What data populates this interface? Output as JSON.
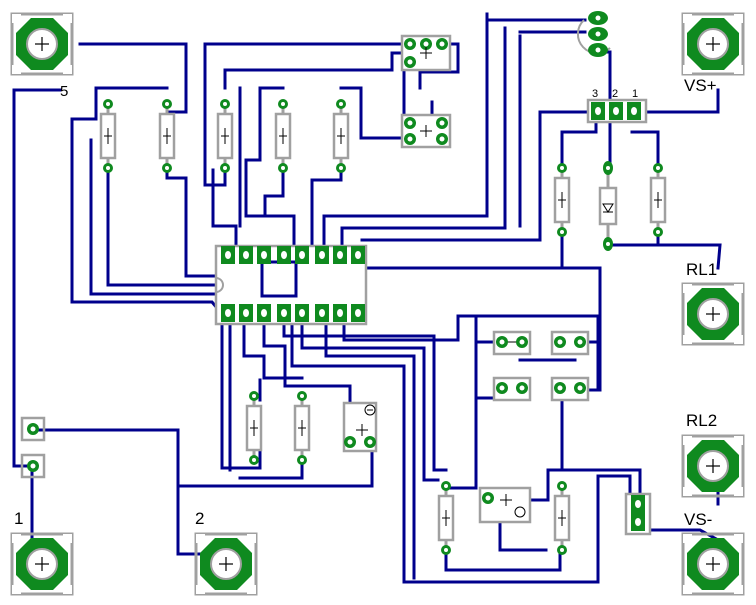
{
  "board": {
    "background": "#ffffff",
    "trace_color": "#00008c",
    "pad_color": "#0f8a1f",
    "silk_color": "#a0a0a0",
    "terminal_icon": "plus-circle-icon"
  },
  "labels": {
    "terminal_5": "5",
    "vs_plus": "VS+",
    "rl1": "RL1",
    "rl2": "RL2",
    "vs_minus": "VS-",
    "terminal_1": "1",
    "terminal_2": "2",
    "connector_pin3": "3",
    "connector_pin2": "2",
    "connector_pin1": "1"
  }
}
